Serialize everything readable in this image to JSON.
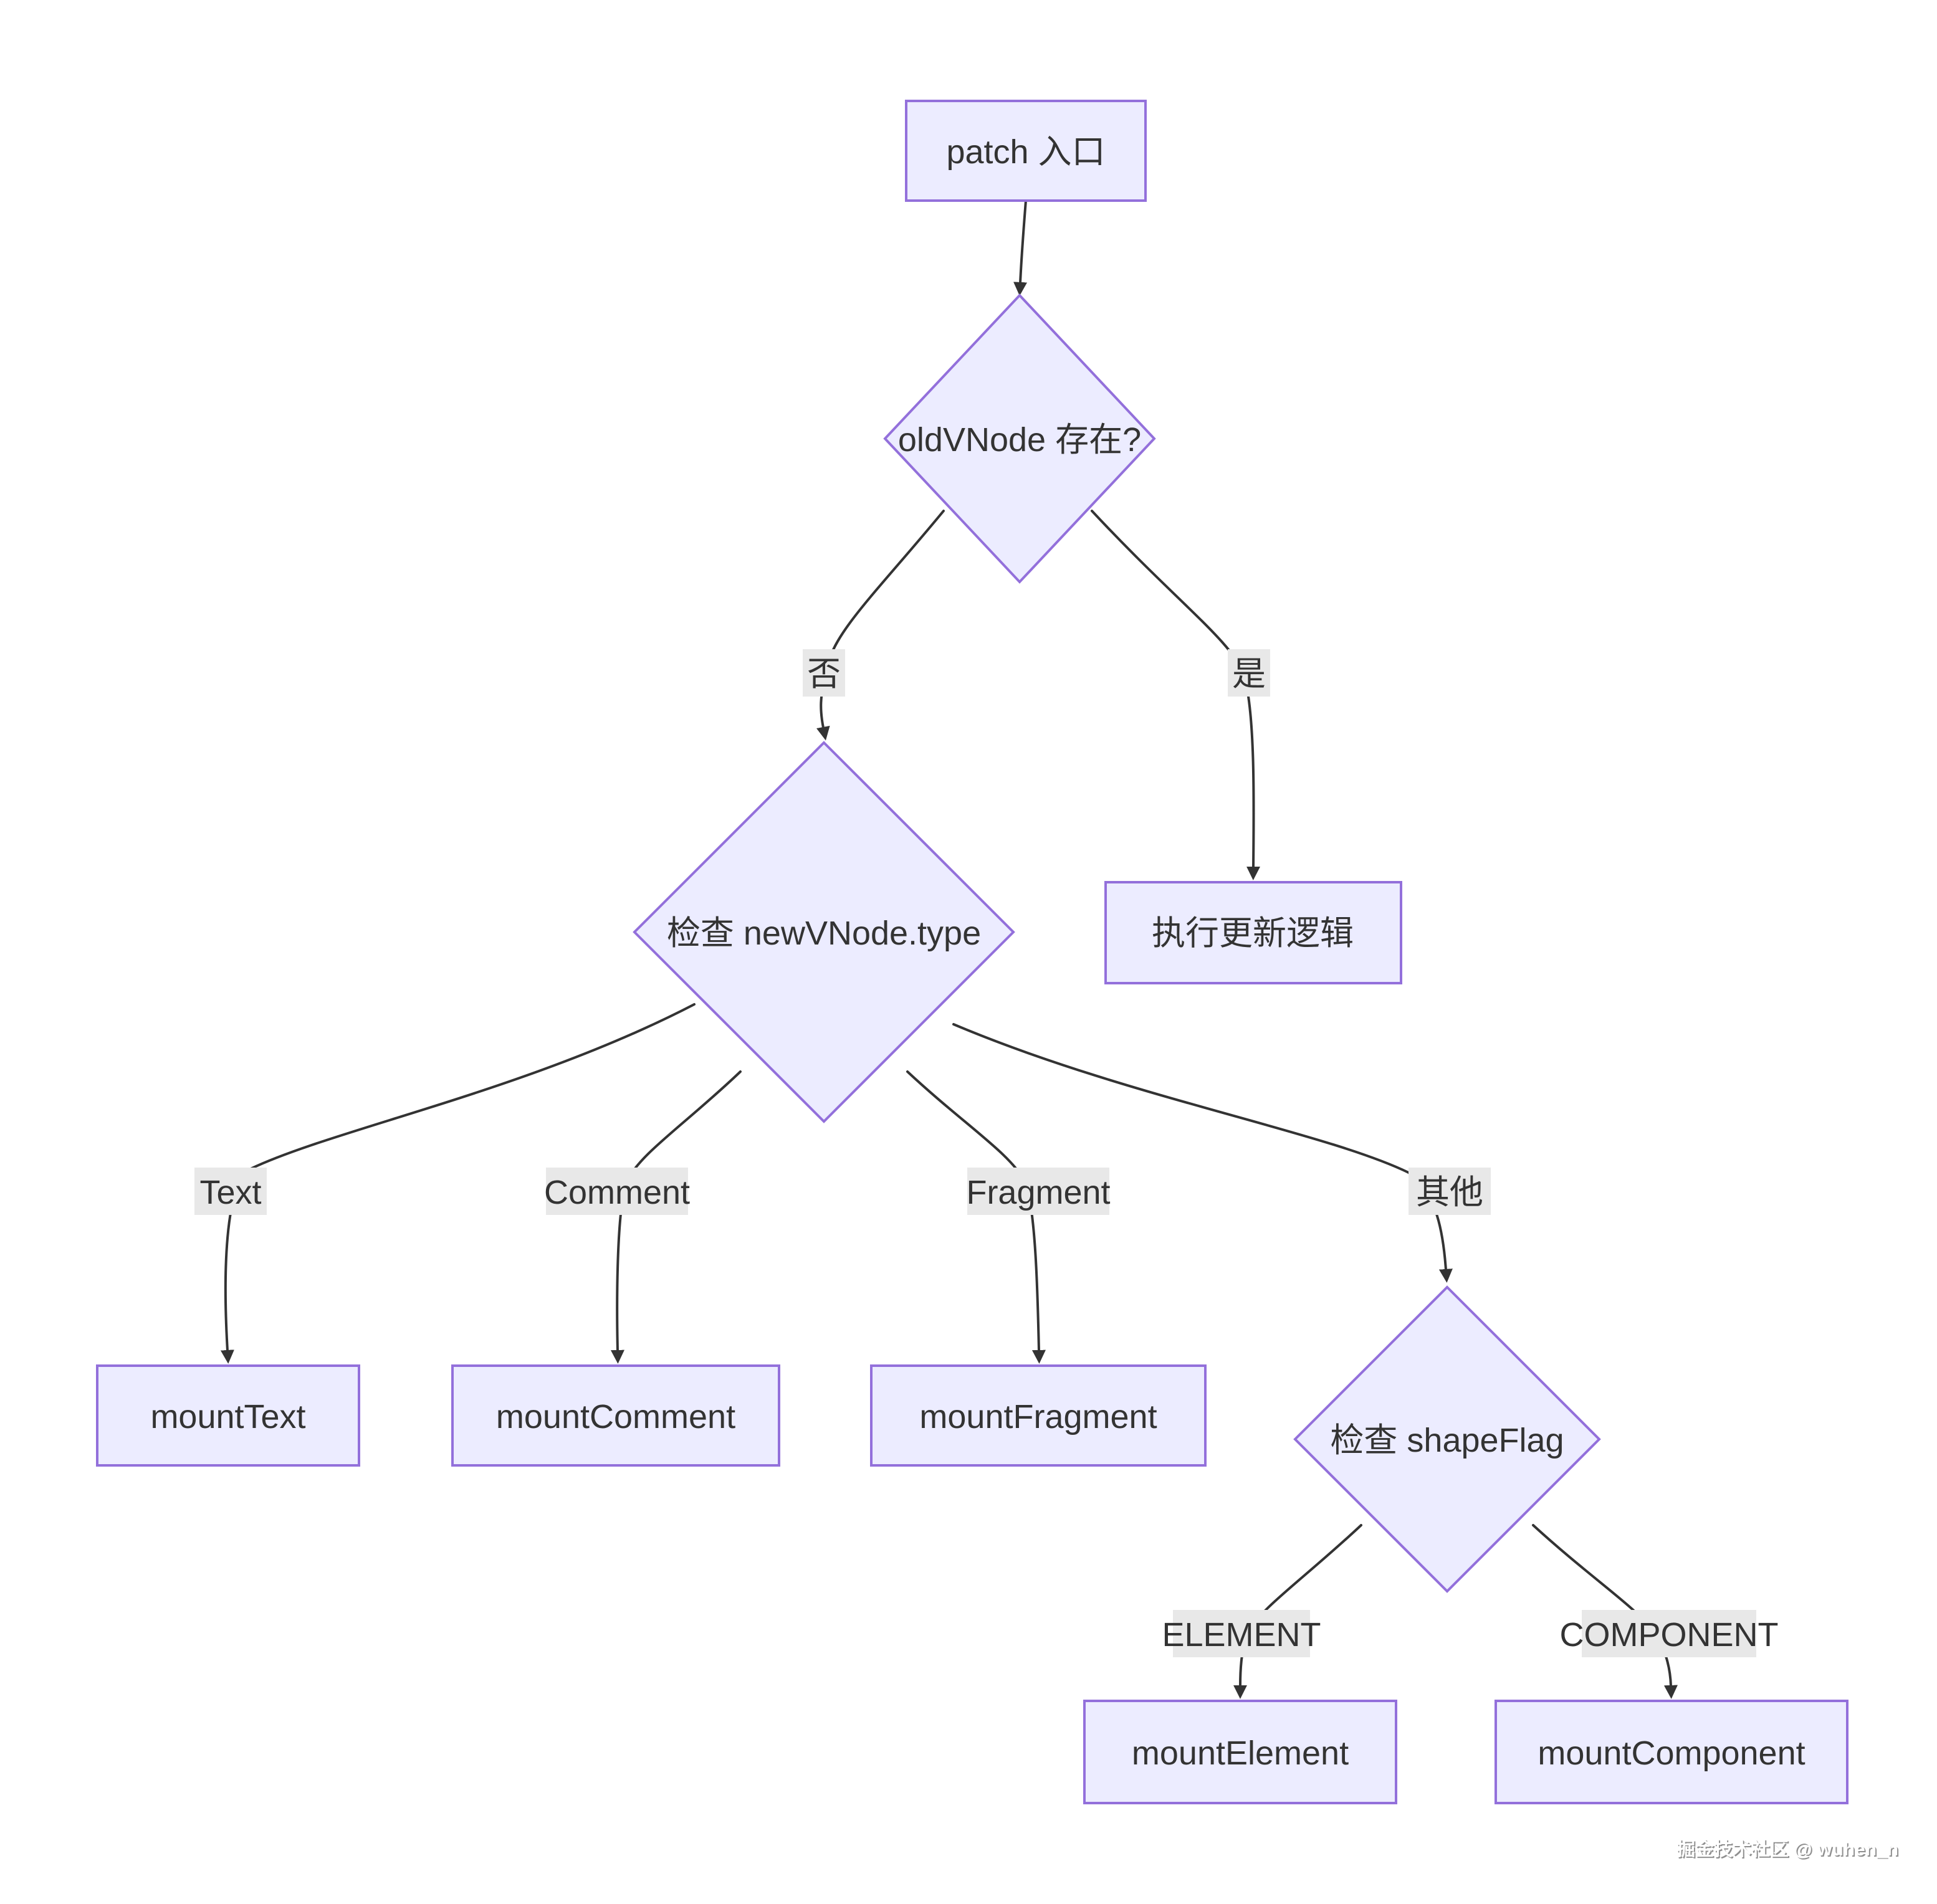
{
  "diagram": {
    "nodes": {
      "patch": {
        "label": "patch 入口"
      },
      "check_old": {
        "label": "oldVNode 存在?"
      },
      "check_type": {
        "label": "检查 newVNode.type"
      },
      "update_logic": {
        "label": "执行更新逻辑"
      },
      "mount_text": {
        "label": "mountText"
      },
      "mount_comment": {
        "label": "mountComment"
      },
      "mount_fragment": {
        "label": "mountFragment"
      },
      "check_shapeflag": {
        "label": "检查 shapeFlag"
      },
      "mount_element": {
        "label": "mountElement"
      },
      "mount_component": {
        "label": "mountComponent"
      }
    },
    "edge_labels": {
      "no": "否",
      "yes": "是",
      "text": "Text",
      "comment": "Comment",
      "fragment": "Fragment",
      "other": "其他",
      "element": "ELEMENT",
      "component": "COMPONENT"
    },
    "colors": {
      "node_fill": "#ECECFF",
      "node_border": "#9370DB",
      "edge": "#333333",
      "label_bg": "#e8e8e8",
      "text": "#333333",
      "background": "#ffffff"
    },
    "watermark": "掘金技术社区 @ wuhen_n"
  }
}
